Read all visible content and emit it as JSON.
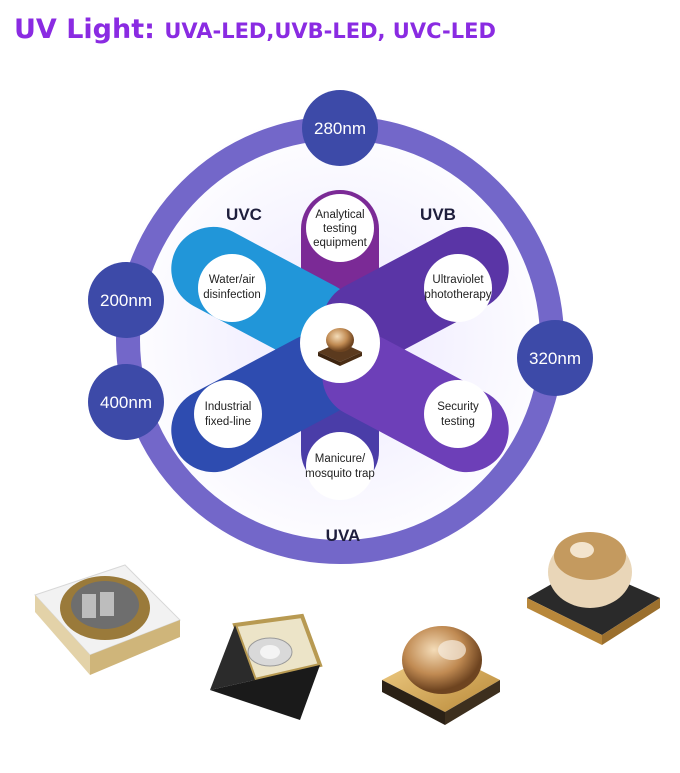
{
  "title": {
    "main": "UV Light: ",
    "sub": "UVA-LED,UVB-LED, UVC-LED"
  },
  "bands": {
    "uvc": "UVC",
    "uvb": "UVB",
    "uva": "UVA"
  },
  "wavelengths": {
    "w280": "280nm",
    "w200": "200nm",
    "w320": "320nm",
    "w400": "400nm"
  },
  "applications": {
    "top": [
      "Analytical",
      "testing",
      "equipment"
    ],
    "upper_left": [
      "Water/air",
      "disinfection"
    ],
    "upper_right": [
      "Ultraviolet",
      "phototherapy"
    ],
    "lower_left": [
      "Industrial",
      "fixed-line"
    ],
    "lower_right": [
      "Security",
      "testing"
    ],
    "bottom": [
      "Manicure/",
      "mosquito trap"
    ]
  },
  "colors": {
    "title": "#8a2be2",
    "ring": "#7367c9",
    "node": "#3d4aa8",
    "petal_uvc": "#2196d9",
    "petal_top": "#7b2a96",
    "petal_uvb": "#5a35a6",
    "petal_lower_left": "#2e4cb0",
    "petal_lower_right": "#6d3fb8",
    "petal_bottom": "#4a3da8"
  }
}
